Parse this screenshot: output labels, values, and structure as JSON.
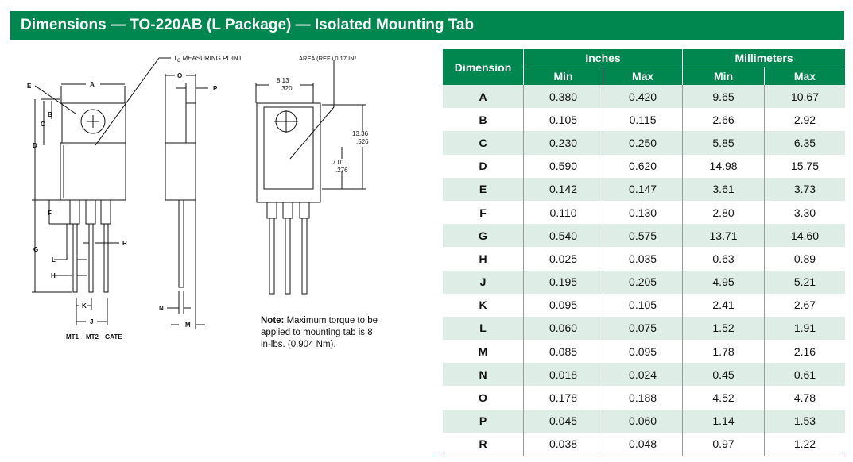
{
  "title": "Dimensions — TO-220AB (L Package) — Isolated Mounting Tab",
  "diagram": {
    "tc_label": "T",
    "tc_sub": "C",
    "tc_rest": " MEASURING POINT",
    "area_label": "AREA (REF.) 0.17 IN²",
    "dim_labels": {
      "A": "A",
      "B": "B",
      "C": "C",
      "D": "D",
      "E": "E",
      "F": "F",
      "G": "G",
      "H": "H",
      "J": "J",
      "K": "K",
      "L": "L",
      "M": "M",
      "N": "N",
      "O": "O",
      "P": "P",
      "R": "R"
    },
    "ref_8_13": "8.13",
    "ref_320": ".320",
    "ref_13_36": "13.36",
    "ref_526": ".526",
    "ref_7_01": "7.01",
    "ref_276": ".276",
    "pins": [
      "MT1",
      "MT2",
      "GATE"
    ]
  },
  "note": {
    "label": "Note:",
    "text": " Maximum torque to be applied to mounting tab is 8 in-lbs. (0.904 Nm)."
  },
  "table": {
    "headers": {
      "dimension": "Dimension",
      "inches": "Inches",
      "millimeters": "Millimeters",
      "min": "Min",
      "max": "Max"
    },
    "rows": [
      [
        "A",
        "0.380",
        "0.420",
        "9.65",
        "10.67"
      ],
      [
        "B",
        "0.105",
        "0.115",
        "2.66",
        "2.92"
      ],
      [
        "C",
        "0.230",
        "0.250",
        "5.85",
        "6.35"
      ],
      [
        "D",
        "0.590",
        "0.620",
        "14.98",
        "15.75"
      ],
      [
        "E",
        "0.142",
        "0.147",
        "3.61",
        "3.73"
      ],
      [
        "F",
        "0.110",
        "0.130",
        "2.80",
        "3.30"
      ],
      [
        "G",
        "0.540",
        "0.575",
        "13.71",
        "14.60"
      ],
      [
        "H",
        "0.025",
        "0.035",
        "0.63",
        "0.89"
      ],
      [
        "J",
        "0.195",
        "0.205",
        "4.95",
        "5.21"
      ],
      [
        "K",
        "0.095",
        "0.105",
        "2.41",
        "2.67"
      ],
      [
        "L",
        "0.060",
        "0.075",
        "1.52",
        "1.91"
      ],
      [
        "M",
        "0.085",
        "0.095",
        "1.78",
        "2.16"
      ],
      [
        "N",
        "0.018",
        "0.024",
        "0.45",
        "0.61"
      ],
      [
        "O",
        "0.178",
        "0.188",
        "4.52",
        "4.78"
      ],
      [
        "P",
        "0.045",
        "0.060",
        "1.14",
        "1.53"
      ],
      [
        "R",
        "0.038",
        "0.048",
        "0.97",
        "1.22"
      ]
    ]
  }
}
